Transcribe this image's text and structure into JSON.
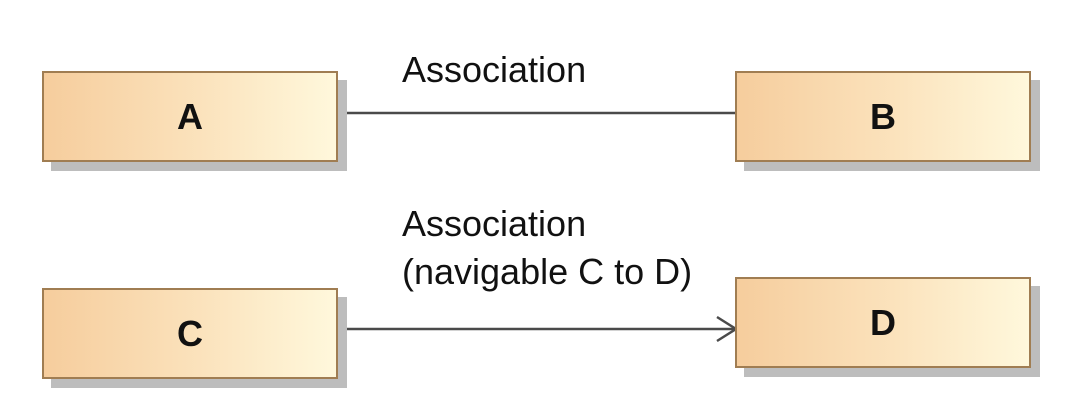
{
  "diagram": {
    "classes": {
      "a": {
        "name": "A"
      },
      "b": {
        "name": "B"
      },
      "c": {
        "name": "C"
      },
      "d": {
        "name": "D"
      }
    },
    "associations": {
      "ab": {
        "label": "Association"
      },
      "cd": {
        "label_line1": "Association",
        "label_line2": "(navigable C to D)"
      }
    }
  },
  "colors": {
    "box_border": "#a07d52",
    "box_fill_left": "#f6cd9d",
    "box_fill_right": "#fff8dc",
    "shadow": "#bdbdbd",
    "line": "#4a4a4a"
  }
}
